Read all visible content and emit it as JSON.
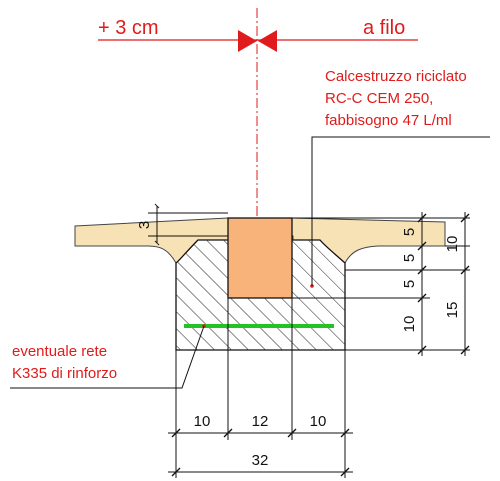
{
  "top": {
    "left_label": "+ 3 cm",
    "right_label": "a filo"
  },
  "material_note": {
    "line1": "Calcestruzzo riciclato",
    "line2": "RC-C CEM 250,",
    "line3": "fabbisogno 47 L/ml"
  },
  "mesh_note": {
    "line1": "eventuale rete",
    "line2": "K335 di rinforzo"
  },
  "dims": {
    "left_small": "3",
    "right_inner": [
      "5",
      "5",
      "5",
      "10"
    ],
    "right_outer": [
      "10",
      "15"
    ],
    "bottom_parts": [
      "10",
      "12",
      "10"
    ],
    "bottom_total": "32"
  },
  "colors": {
    "annotation_red": "#e01b1b",
    "pavement_fill": "#f6e2b4",
    "core_fill": "#f7b37a",
    "mesh_green": "#24c324",
    "lines": "#111111"
  }
}
